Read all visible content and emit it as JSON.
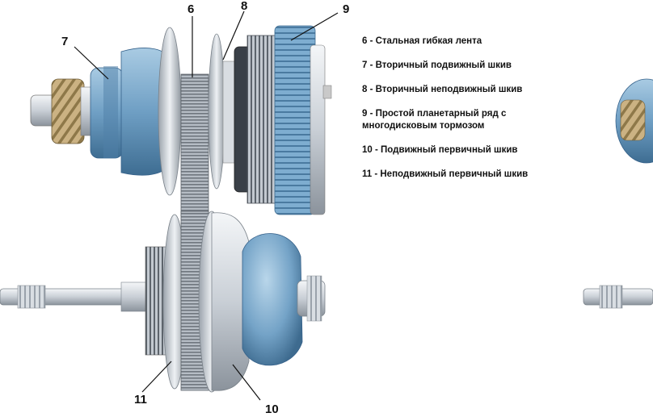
{
  "callouts": [
    {
      "id": "6",
      "label": "6"
    },
    {
      "id": "7",
      "label": "7"
    },
    {
      "id": "8",
      "label": "8"
    },
    {
      "id": "9",
      "label": "9"
    },
    {
      "id": "10",
      "label": "10"
    },
    {
      "id": "11",
      "label": "11"
    }
  ],
  "legend": {
    "items": [
      {
        "text": "6 - Стальная гибкая лента"
      },
      {
        "text": "7 - Вторичный подвижный шкив"
      },
      {
        "text": "8 - Вторичный неподвижный шкив"
      },
      {
        "text": "9 - Простой планетарный ряд с\nмногодисковым тормозом"
      },
      {
        "text": "10 - Подвижный первичный шкив"
      },
      {
        "text": "11 - Неподвижный первичный шкив"
      }
    ]
  },
  "colors": {
    "steel_blue": "#6f9fc4",
    "steel_light": "#d5dbe2",
    "steel_dark": "#8a929c",
    "belt": "#aeb5bd",
    "brass": "#c7ae7c"
  }
}
